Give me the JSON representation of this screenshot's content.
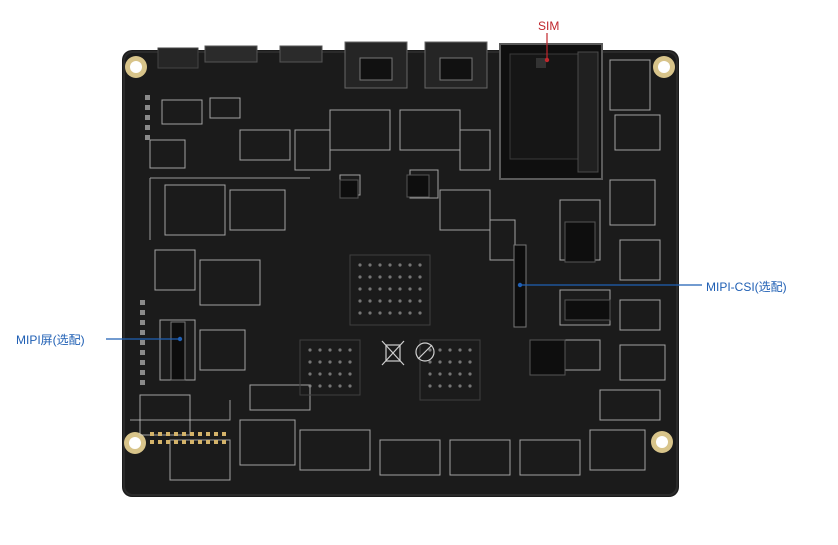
{
  "callouts": {
    "sim": {
      "text": "SIM",
      "color": "#c0262c"
    },
    "mipi_csi": {
      "text": "MIPI-CSI(选配)",
      "color": "#1f5fb4"
    },
    "mipi_screen": {
      "text": "MIPI屏(选配)",
      "color": "#1f5fb4"
    }
  },
  "colors": {
    "background": "#ffffff",
    "pcb": "#1b1b1b",
    "silkscreen": "#cfcfcf",
    "mounting_ring": "#d8c48a"
  }
}
